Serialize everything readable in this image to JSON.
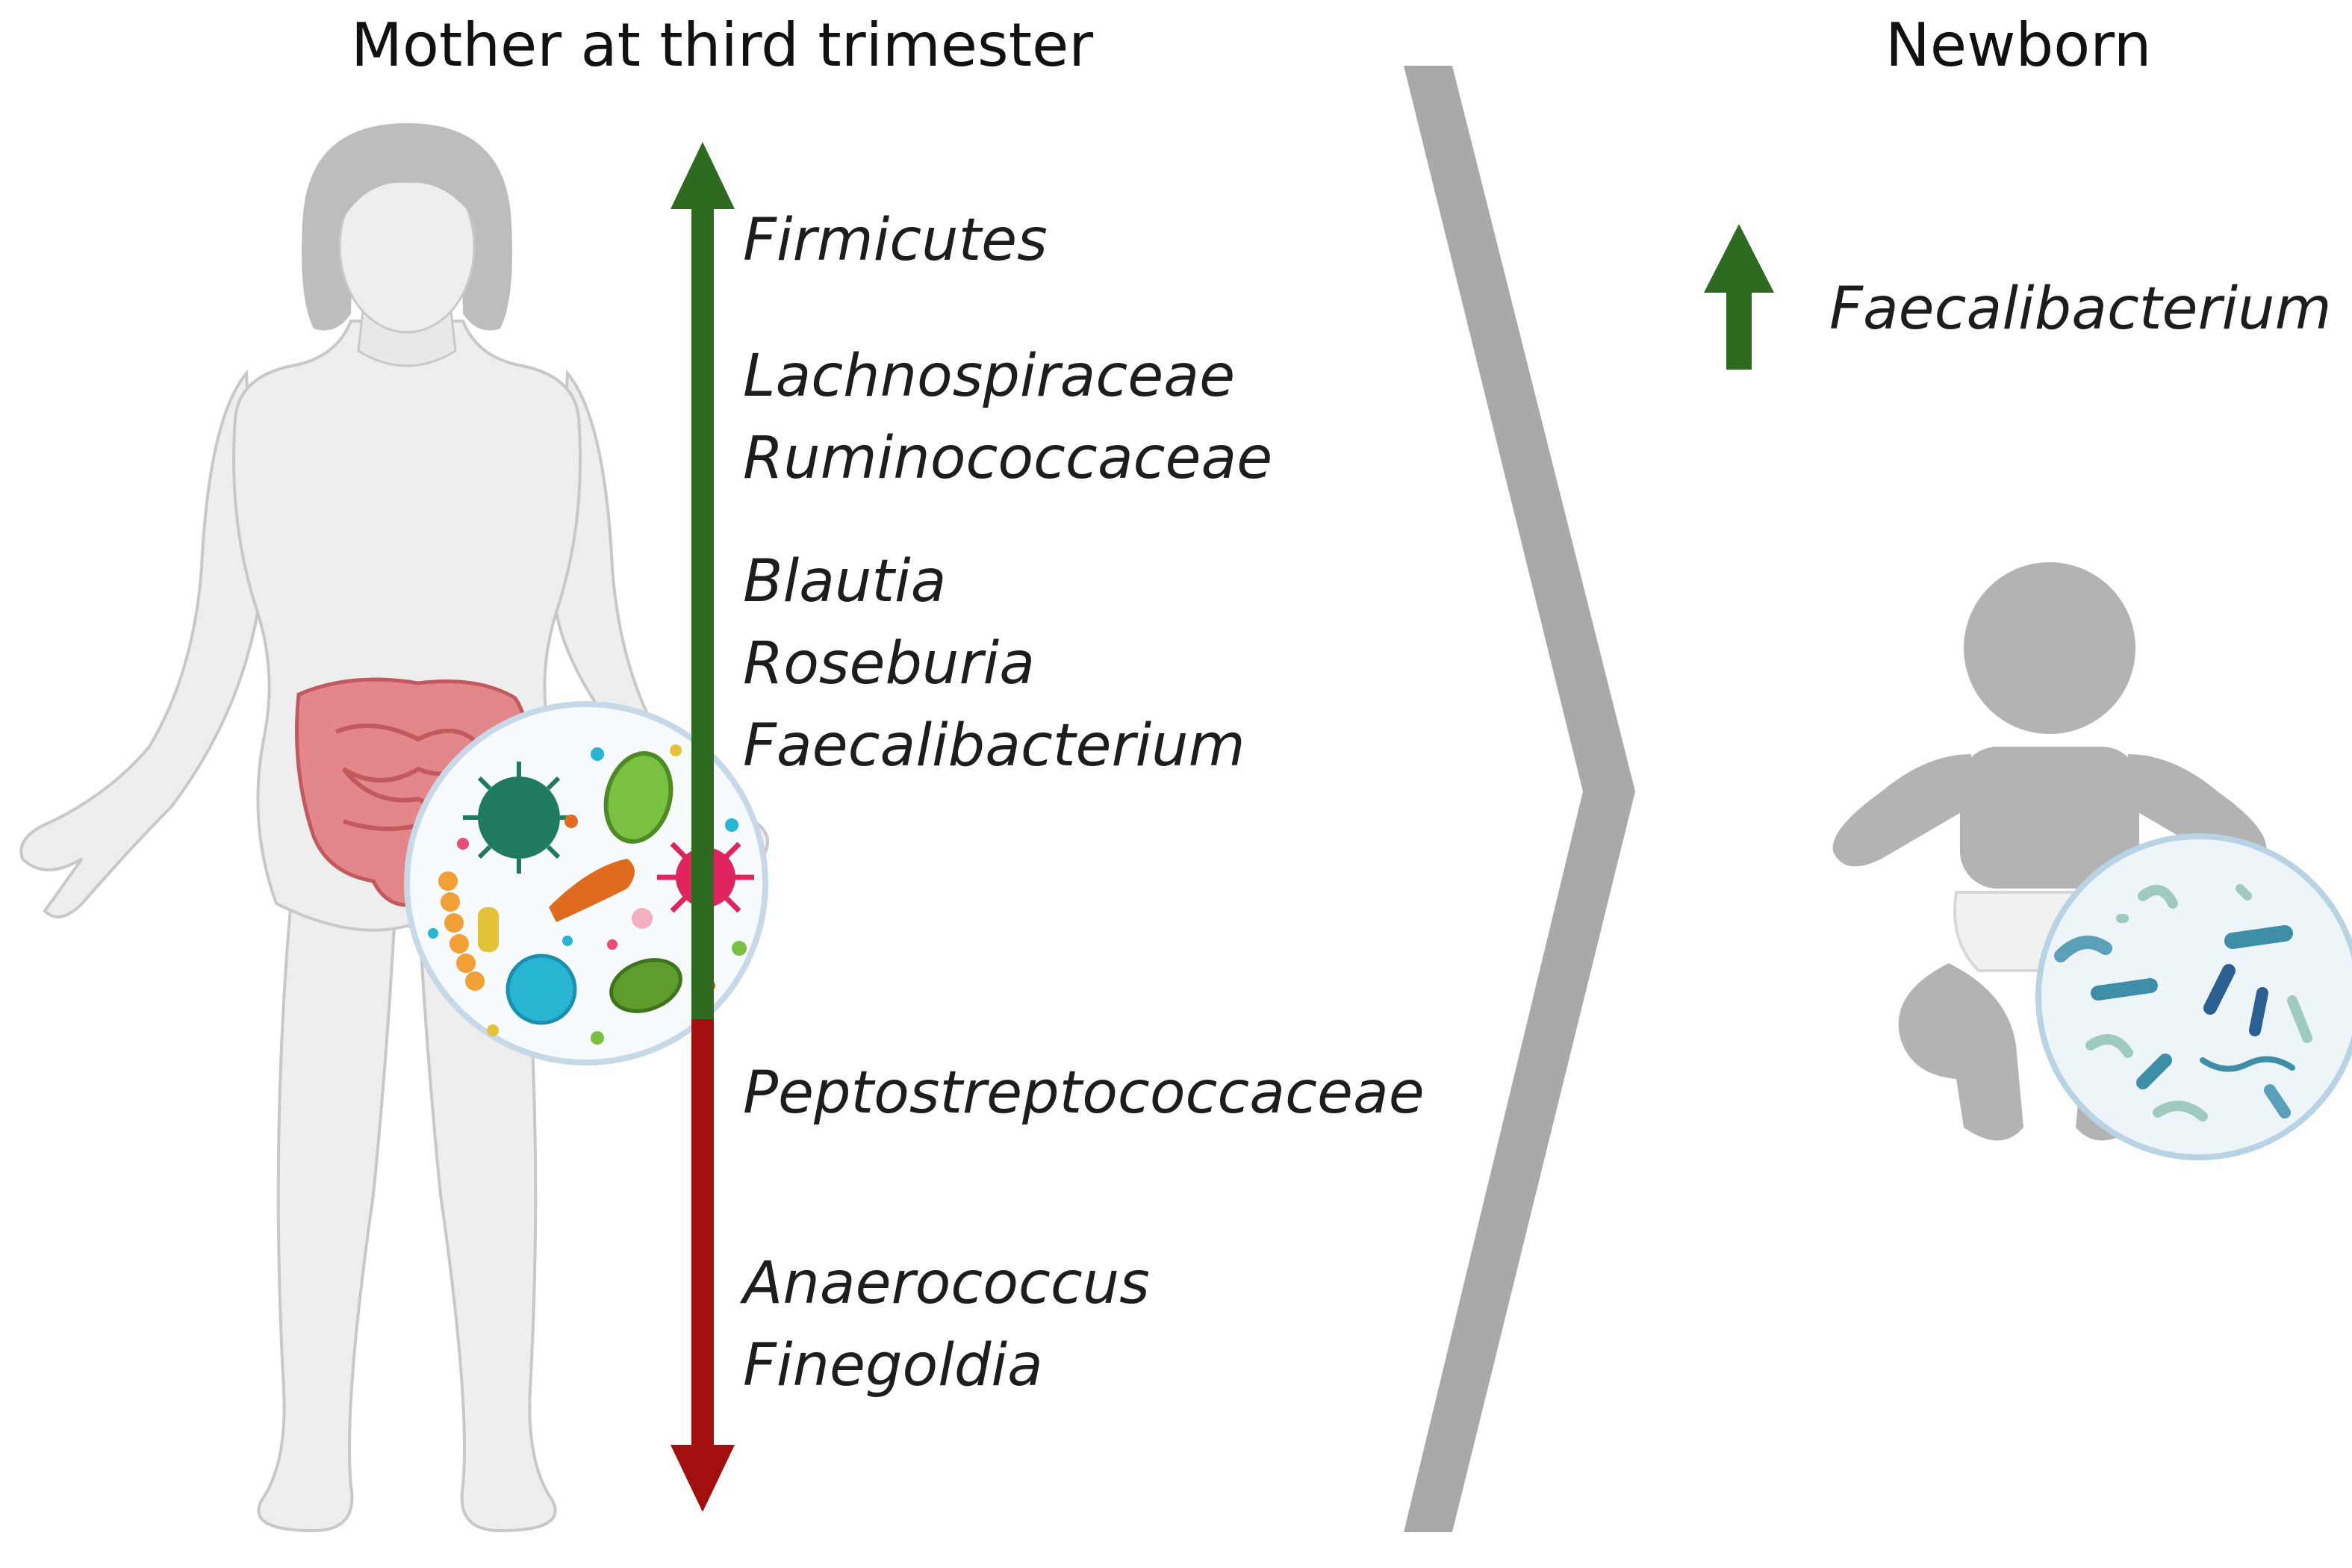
{
  "mother": {
    "heading": "Mother at third trimester",
    "increased": [
      [
        "Firmicutes"
      ],
      [
        "Lachnospiraceae",
        "Ruminococcaceae"
      ],
      [
        "Blautia",
        "Roseburia",
        "Faecalibacterium"
      ]
    ],
    "decreased": [
      [
        "Peptostreptococcaceae"
      ],
      [
        "Anaerococcus",
        "Finegoldia"
      ]
    ]
  },
  "newborn": {
    "heading": "Newborn",
    "increased": [
      "Faecalibacterium"
    ]
  },
  "colors": {
    "increase_arrow": "#2e6b21",
    "decrease_arrow": "#a30f0f",
    "divider_chevron": "#a9a9a9",
    "silhouette_mother": "#eeeeee",
    "silhouette_baby": "#b3b3b3",
    "hair": "#bdbdbd",
    "intestine": "#e3878a"
  }
}
